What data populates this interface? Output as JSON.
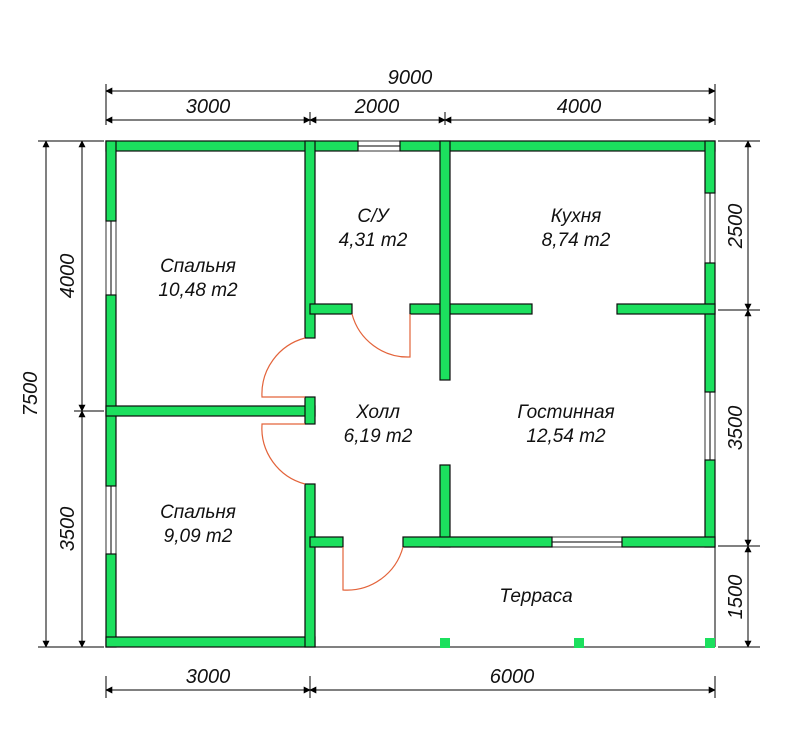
{
  "dimensions": {
    "top_total": "9000",
    "top_segments": [
      "3000",
      "2000",
      "4000"
    ],
    "bottom_segments": [
      "3000",
      "6000"
    ],
    "left_total": "7500",
    "left_segments": [
      "4000",
      "3500"
    ],
    "right_segments": [
      "2500",
      "3500",
      "1500"
    ]
  },
  "rooms": [
    {
      "name": "Спальня",
      "area": "10,48 m2"
    },
    {
      "name": "С/У",
      "area": "4,31 m2"
    },
    {
      "name": "Кухня",
      "area": "8,74 m2"
    },
    {
      "name": "Холл",
      "area": "6,19 m2"
    },
    {
      "name": "Гостинная",
      "area": "12,54 m2"
    },
    {
      "name": "Спальня",
      "area": "9,09 m2"
    },
    {
      "name": "Терраса",
      "area": ""
    }
  ],
  "colors": {
    "wall": "#1ce05e",
    "door_arc": "#e3633a",
    "line": "#000000"
  }
}
